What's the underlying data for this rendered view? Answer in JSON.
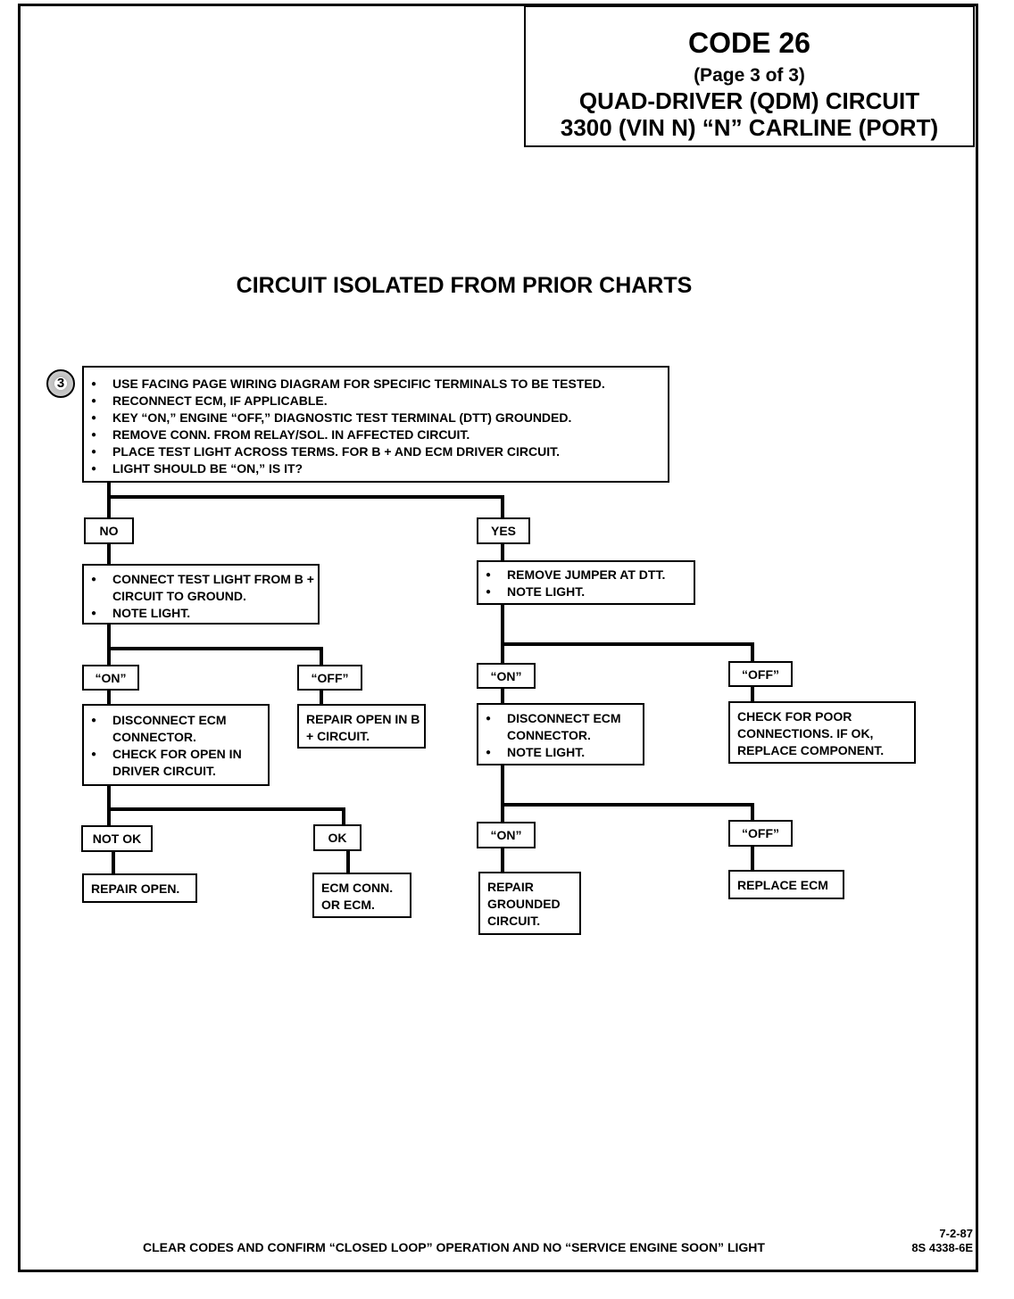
{
  "header": {
    "title": "CODE 26",
    "page": "(Page 3 of 3)",
    "line1": "QUAD-DRIVER (QDM) CIRCUIT",
    "line2": "3300  (VIN N)  “N”  CARLINE  (PORT)"
  },
  "main_title": "CIRCUIT ISOLATED FROM PRIOR CHARTS",
  "step_number": "3",
  "start_box": {
    "items": [
      "USE FACING PAGE WIRING DIAGRAM FOR SPECIFIC TERMINALS TO BE TESTED.",
      "RECONNECT ECM, IF APPLICABLE.",
      "KEY “ON,” ENGINE “OFF,” DIAGNOSTIC TEST TERMINAL (DTT) GROUNDED.",
      "REMOVE CONN. FROM RELAY/SOL. IN AFFECTED CIRCUIT.",
      "PLACE TEST LIGHT ACROSS TERMS. FOR B +  AND ECM DRIVER CIRCUIT.",
      "LIGHT SHOULD BE “ON,” IS IT?"
    ]
  },
  "labels": {
    "no": "NO",
    "yes": "YES",
    "left_on": "“ON”",
    "left_off": "“OFF”",
    "not_ok": "NOT OK",
    "ok": "OK",
    "right_on": "“ON”",
    "right_off": "“OFF”",
    "right_on2": "“ON”",
    "right_off2": "“OFF”"
  },
  "boxes": {
    "connect_test_light": [
      "CONNECT TEST LIGHT FROM B + CIRCUIT TO GROUND.",
      "NOTE LIGHT."
    ],
    "remove_jumper": [
      "REMOVE JUMPER AT DTT.",
      "NOTE LIGHT."
    ],
    "disconnect_ecm_left": [
      "DISCONNECT ECM CONNECTOR.",
      "CHECK FOR OPEN IN DRIVER CIRCUIT."
    ],
    "repair_open_b": "REPAIR OPEN IN B + CIRCUIT.",
    "disconnect_ecm_right": [
      "DISCONNECT ECM CONNECTOR.",
      "NOTE LIGHT."
    ],
    "check_poor": "CHECK FOR POOR CONNECTIONS.  IF OK, REPLACE COMPONENT.",
    "repair_open": "REPAIR OPEN.",
    "ecm_conn": "ECM CONN. OR ECM.",
    "repair_grounded": "REPAIR GROUNDED CIRCUIT.",
    "replace_ecm": "REPLACE ECM"
  },
  "footer": "CLEAR CODES AND CONFIRM “CLOSED LOOP” OPERATION AND NO “SERVICE ENGINE SOON” LIGHT",
  "date": "7-2-87",
  "doc_number": "8S 4338-6E"
}
